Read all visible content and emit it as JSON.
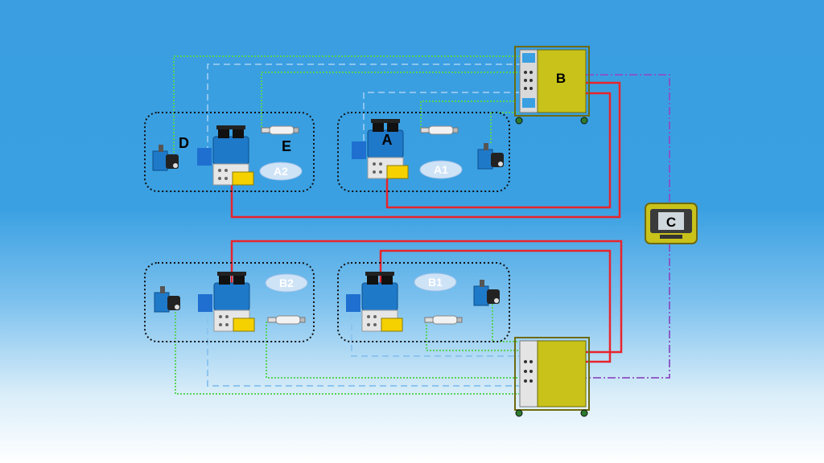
{
  "labels": {
    "device_a": "A",
    "cabinet_b": "B",
    "controller_c": "C",
    "sensor_d": "D",
    "probe_e": "E"
  },
  "zones": [
    {
      "id": "A2",
      "label": "A2"
    },
    {
      "id": "A1",
      "label": "A1"
    },
    {
      "id": "B2",
      "label": "B2"
    },
    {
      "id": "B1",
      "label": "B1"
    }
  ],
  "colors": {
    "hydraulic_line": "#e8242c",
    "signal_line_green": "#59d35a",
    "control_line_blue": "#8cc4ef",
    "comm_line_purple": "#8a4fc4",
    "cabinet": "#c8c21a",
    "zone_badge": "#cfe3f7"
  }
}
